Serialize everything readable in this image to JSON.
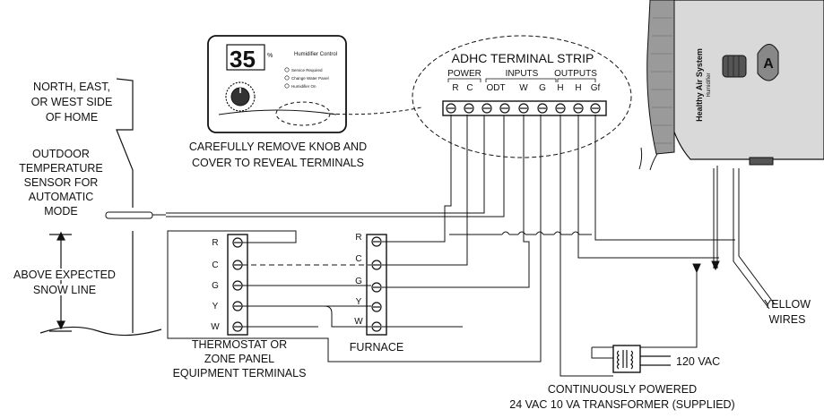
{
  "outdoor": {
    "side_lines": [
      "NORTH, EAST,",
      "OR WEST SIDE",
      "OF HOME"
    ],
    "sensor_lines": [
      "OUTDOOR",
      "TEMPERATURE",
      "SENSOR FOR",
      "AUTOMATIC",
      "MODE"
    ],
    "snow_lines": [
      "ABOVE EXPECTED",
      "SNOW LINE"
    ]
  },
  "control": {
    "display_value": "35",
    "unit": "%",
    "title": "Humidifier Control",
    "status_items": [
      "Service Required",
      "Change Water Panel",
      "Humidifier On"
    ],
    "caption_lines": [
      "CAREFULLY REMOVE KNOB AND",
      "COVER TO REVEAL TERMINALS"
    ]
  },
  "strip": {
    "title": "ADHC TERMINAL STRIP",
    "groups": [
      "POWER",
      "INPUTS",
      "OUTPUTS"
    ],
    "terminals": [
      "R",
      "C",
      "ODT",
      "W",
      "G",
      "H",
      "H",
      "Gf"
    ]
  },
  "thermostat": {
    "terminals": [
      "R",
      "C",
      "G",
      "Y",
      "W"
    ],
    "caption_lines": [
      "THERMOSTAT OR",
      "ZONE PANEL",
      "EQUIPMENT TERMINALS"
    ]
  },
  "furnace": {
    "terminals": [
      "R",
      "C",
      "G",
      "Y",
      "W"
    ],
    "caption": "FURNACE"
  },
  "humidifier": {
    "brand_lines": [
      "Healthy Air System",
      "Humidifier"
    ],
    "wires_lines": [
      "YELLOW",
      "WIRES"
    ]
  },
  "transformer": {
    "voltage": "120 VAC",
    "caption_lines": [
      "CONTINUOUSLY POWERED",
      "24 VAC 10 VA TRANSFORMER (SUPPLIED)"
    ]
  }
}
